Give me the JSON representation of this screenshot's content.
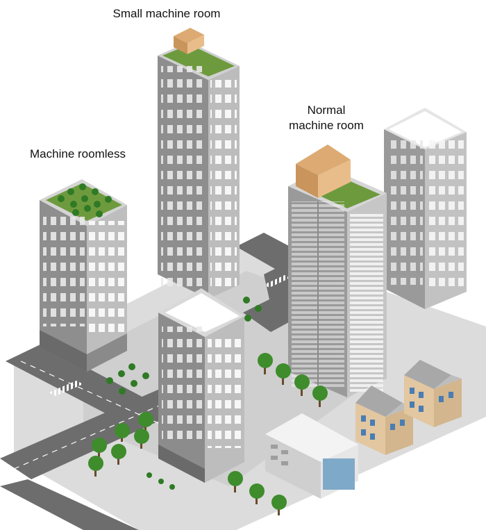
{
  "labels": {
    "small_machine_room": "Small machine room",
    "machine_roomless": "Machine roomless",
    "normal_machine_room_line1": "Normal",
    "normal_machine_room_line2": "machine room"
  },
  "colors": {
    "background": "#ffffff",
    "ground": "#d7d7d7",
    "road": "#6b6b6b",
    "roof_green": "#6e9a3e",
    "machine_room": "#e2b47f",
    "building_left": "#8c8c8c",
    "building_right": "#b9b9b9",
    "window": "#f4f4f4",
    "tree": "#3e8c2c",
    "house_brick": "#e2c7a1",
    "glass": "#7fa9c8"
  }
}
